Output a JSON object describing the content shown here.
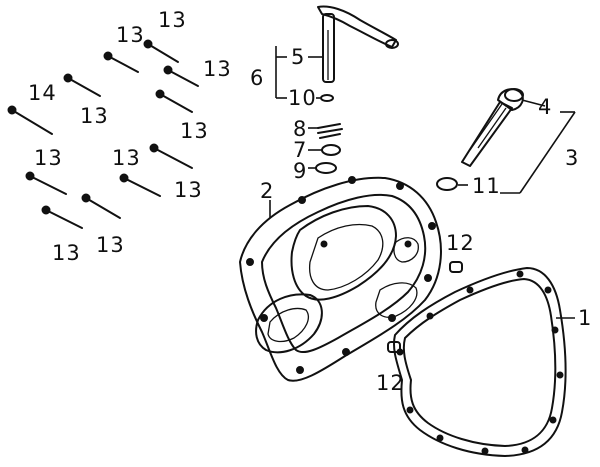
{
  "diagram": {
    "callouts": [
      {
        "id": "c1",
        "text": "1"
      },
      {
        "id": "c2",
        "text": "2"
      },
      {
        "id": "c3",
        "text": "3"
      },
      {
        "id": "c4",
        "text": "4"
      },
      {
        "id": "c5",
        "text": "5"
      },
      {
        "id": "c6",
        "text": "6"
      },
      {
        "id": "c7",
        "text": "7"
      },
      {
        "id": "c8",
        "text": "8"
      },
      {
        "id": "c9",
        "text": "9"
      },
      {
        "id": "c10",
        "text": "10"
      },
      {
        "id": "c11",
        "text": "11"
      },
      {
        "id": "c12a",
        "text": "12"
      },
      {
        "id": "c12b",
        "text": "12"
      },
      {
        "id": "c14",
        "text": "14"
      },
      {
        "id": "c13a",
        "text": "13"
      },
      {
        "id": "c13b",
        "text": "13"
      },
      {
        "id": "c13c",
        "text": "13"
      },
      {
        "id": "c13d",
        "text": "13"
      },
      {
        "id": "c13e",
        "text": "13"
      },
      {
        "id": "c13f",
        "text": "13"
      },
      {
        "id": "c13g",
        "text": "13"
      },
      {
        "id": "c13h",
        "text": "13"
      },
      {
        "id": "c13i",
        "text": "13"
      },
      {
        "id": "c13j",
        "text": "13"
      }
    ]
  }
}
